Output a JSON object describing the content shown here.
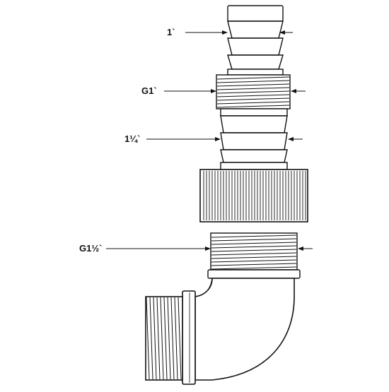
{
  "labels": {
    "hose_barb_small": "1`",
    "thread_g1": "G1`",
    "hose_barb_large": "1¼`",
    "thread_g1_5": "G1½`"
  },
  "colors": {
    "stroke": "#111111",
    "fill": "#ffffff"
  }
}
